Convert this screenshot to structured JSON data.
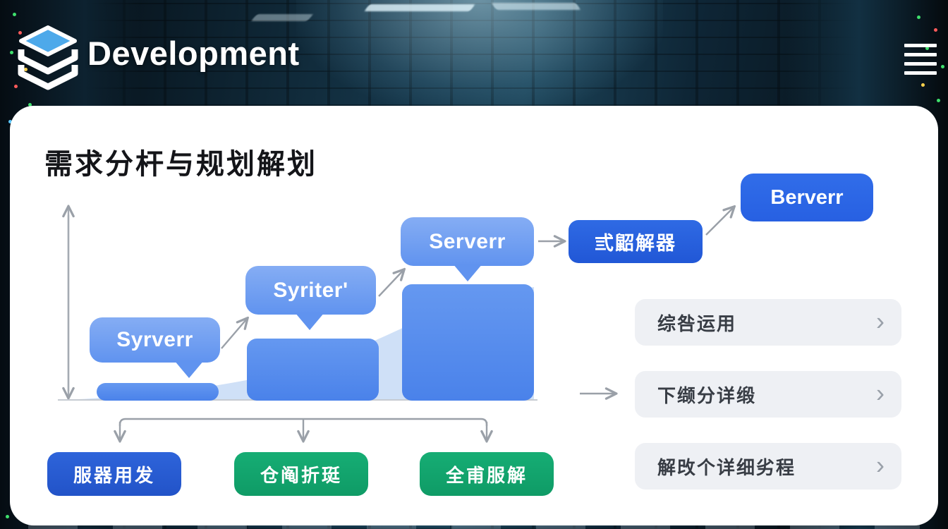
{
  "header": {
    "brand": "Development",
    "logo_icon": "layers-cube-icon",
    "menu_icon": "menu-icon"
  },
  "slide": {
    "title": "需求分杆与规划解划",
    "diagram": {
      "bubble_labels": [
        "Syrverr",
        "Syriter'",
        "Serverr"
      ],
      "node_mid": "弎鼦解器",
      "node_top": "Berverr"
    },
    "bottom_buttons": [
      {
        "label": "服器用发",
        "color": "#2a5ed6"
      },
      {
        "label": "仓阄折珽",
        "color": "#12a76f"
      },
      {
        "label": "全甫服解",
        "color": "#12a76f"
      }
    ],
    "list_items": [
      {
        "label": "综咎运用"
      },
      {
        "label": "下缬分详缎"
      },
      {
        "label": "解攺个详细劣程"
      }
    ],
    "chevron_glyph": "›"
  },
  "chart_data": {
    "type": "bar",
    "title": "需求分杆与规划解划",
    "categories": [
      "Syrverr",
      "Syriter'",
      "Serverr"
    ],
    "values": [
      25,
      88,
      165
    ],
    "value_unit": "relative-bar-height-px",
    "xlabel": "",
    "ylabel": "",
    "axis": "left-vertical-with-double-arrowheads",
    "grid": false,
    "legend": "none",
    "trend_area": "light-blue area curve rising left-to-right behind bars",
    "annotations": [
      "diagonal growth arrows between bubbles",
      "flow arrow to 弎鼦解器 then to Berverr"
    ]
  },
  "colors": {
    "bar_blue": "#4f87ec",
    "bubble_blue": "#6fa0f1",
    "node_blue": "#2a62dd",
    "button_blue": "#2859cf",
    "button_green": "#12a76f",
    "list_bg": "#eef0f4",
    "arrow_gray": "#9aa0a8",
    "card_bg": "#ffffff"
  }
}
